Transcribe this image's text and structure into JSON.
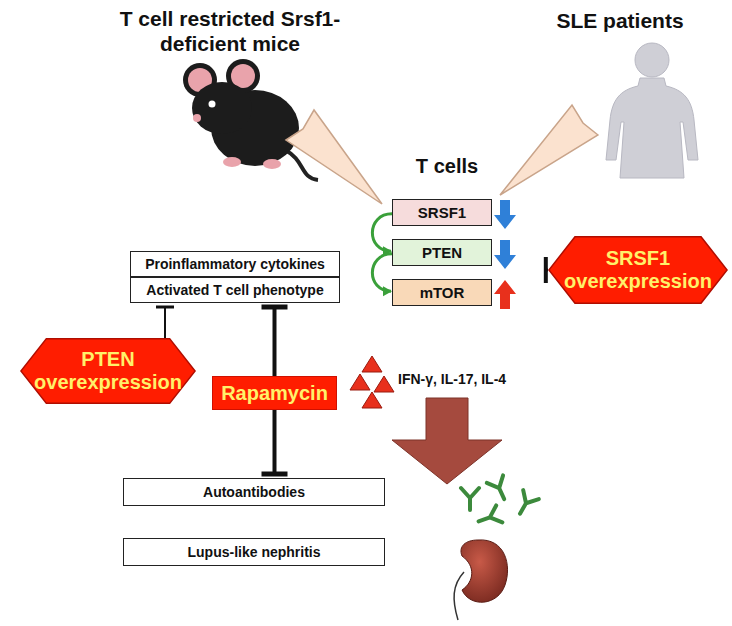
{
  "diagram": {
    "nodes": [
      {
        "text": [
          "T cells"
        ]
      },
      {
        "text": [
          "SRSF1"
        ],
        "in": 0
      },
      {
        "text": [
          "PTEN"
        ],
        "in": 0
      },
      {
        "text": [
          "mTOR"
        ],
        "in": 0
      },
      {
        "text": [
          "SRSF1 overexpression"
        ]
      },
      {
        "text": [
          "Proinflammatory cytokines"
        ]
      },
      {
        "text": [
          "Activated T cell phenotype"
        ]
      },
      {
        "text": [
          "PTEN overexpression"
        ]
      },
      {
        "text": [
          "Rapamycin"
        ]
      },
      {
        "text": [
          "Autoantibodies"
        ]
      },
      {
        "text": [
          "Lupus-like nephritis"
        ]
      }
    ],
    "edges": [
      {
        "from": 1,
        "to": 2,
        "arrow": "to"
      },
      {
        "from": 2,
        "to": 3,
        "arrow": "to"
      },
      {
        "from": 4,
        "to": 0,
        "arrow": "to"
      },
      {
        "from": 7,
        "to": 6,
        "arrow": "to"
      },
      {
        "from": 8,
        "to": 6,
        "arrow": "to"
      },
      {
        "from": 8,
        "to": 9,
        "arrow": "to"
      }
    ],
    "labels": [
      "T cell restricted Srsf1-deficient mice",
      "SLE patients",
      "IFN-γ, IL-17, IL-4"
    ]
  }
}
